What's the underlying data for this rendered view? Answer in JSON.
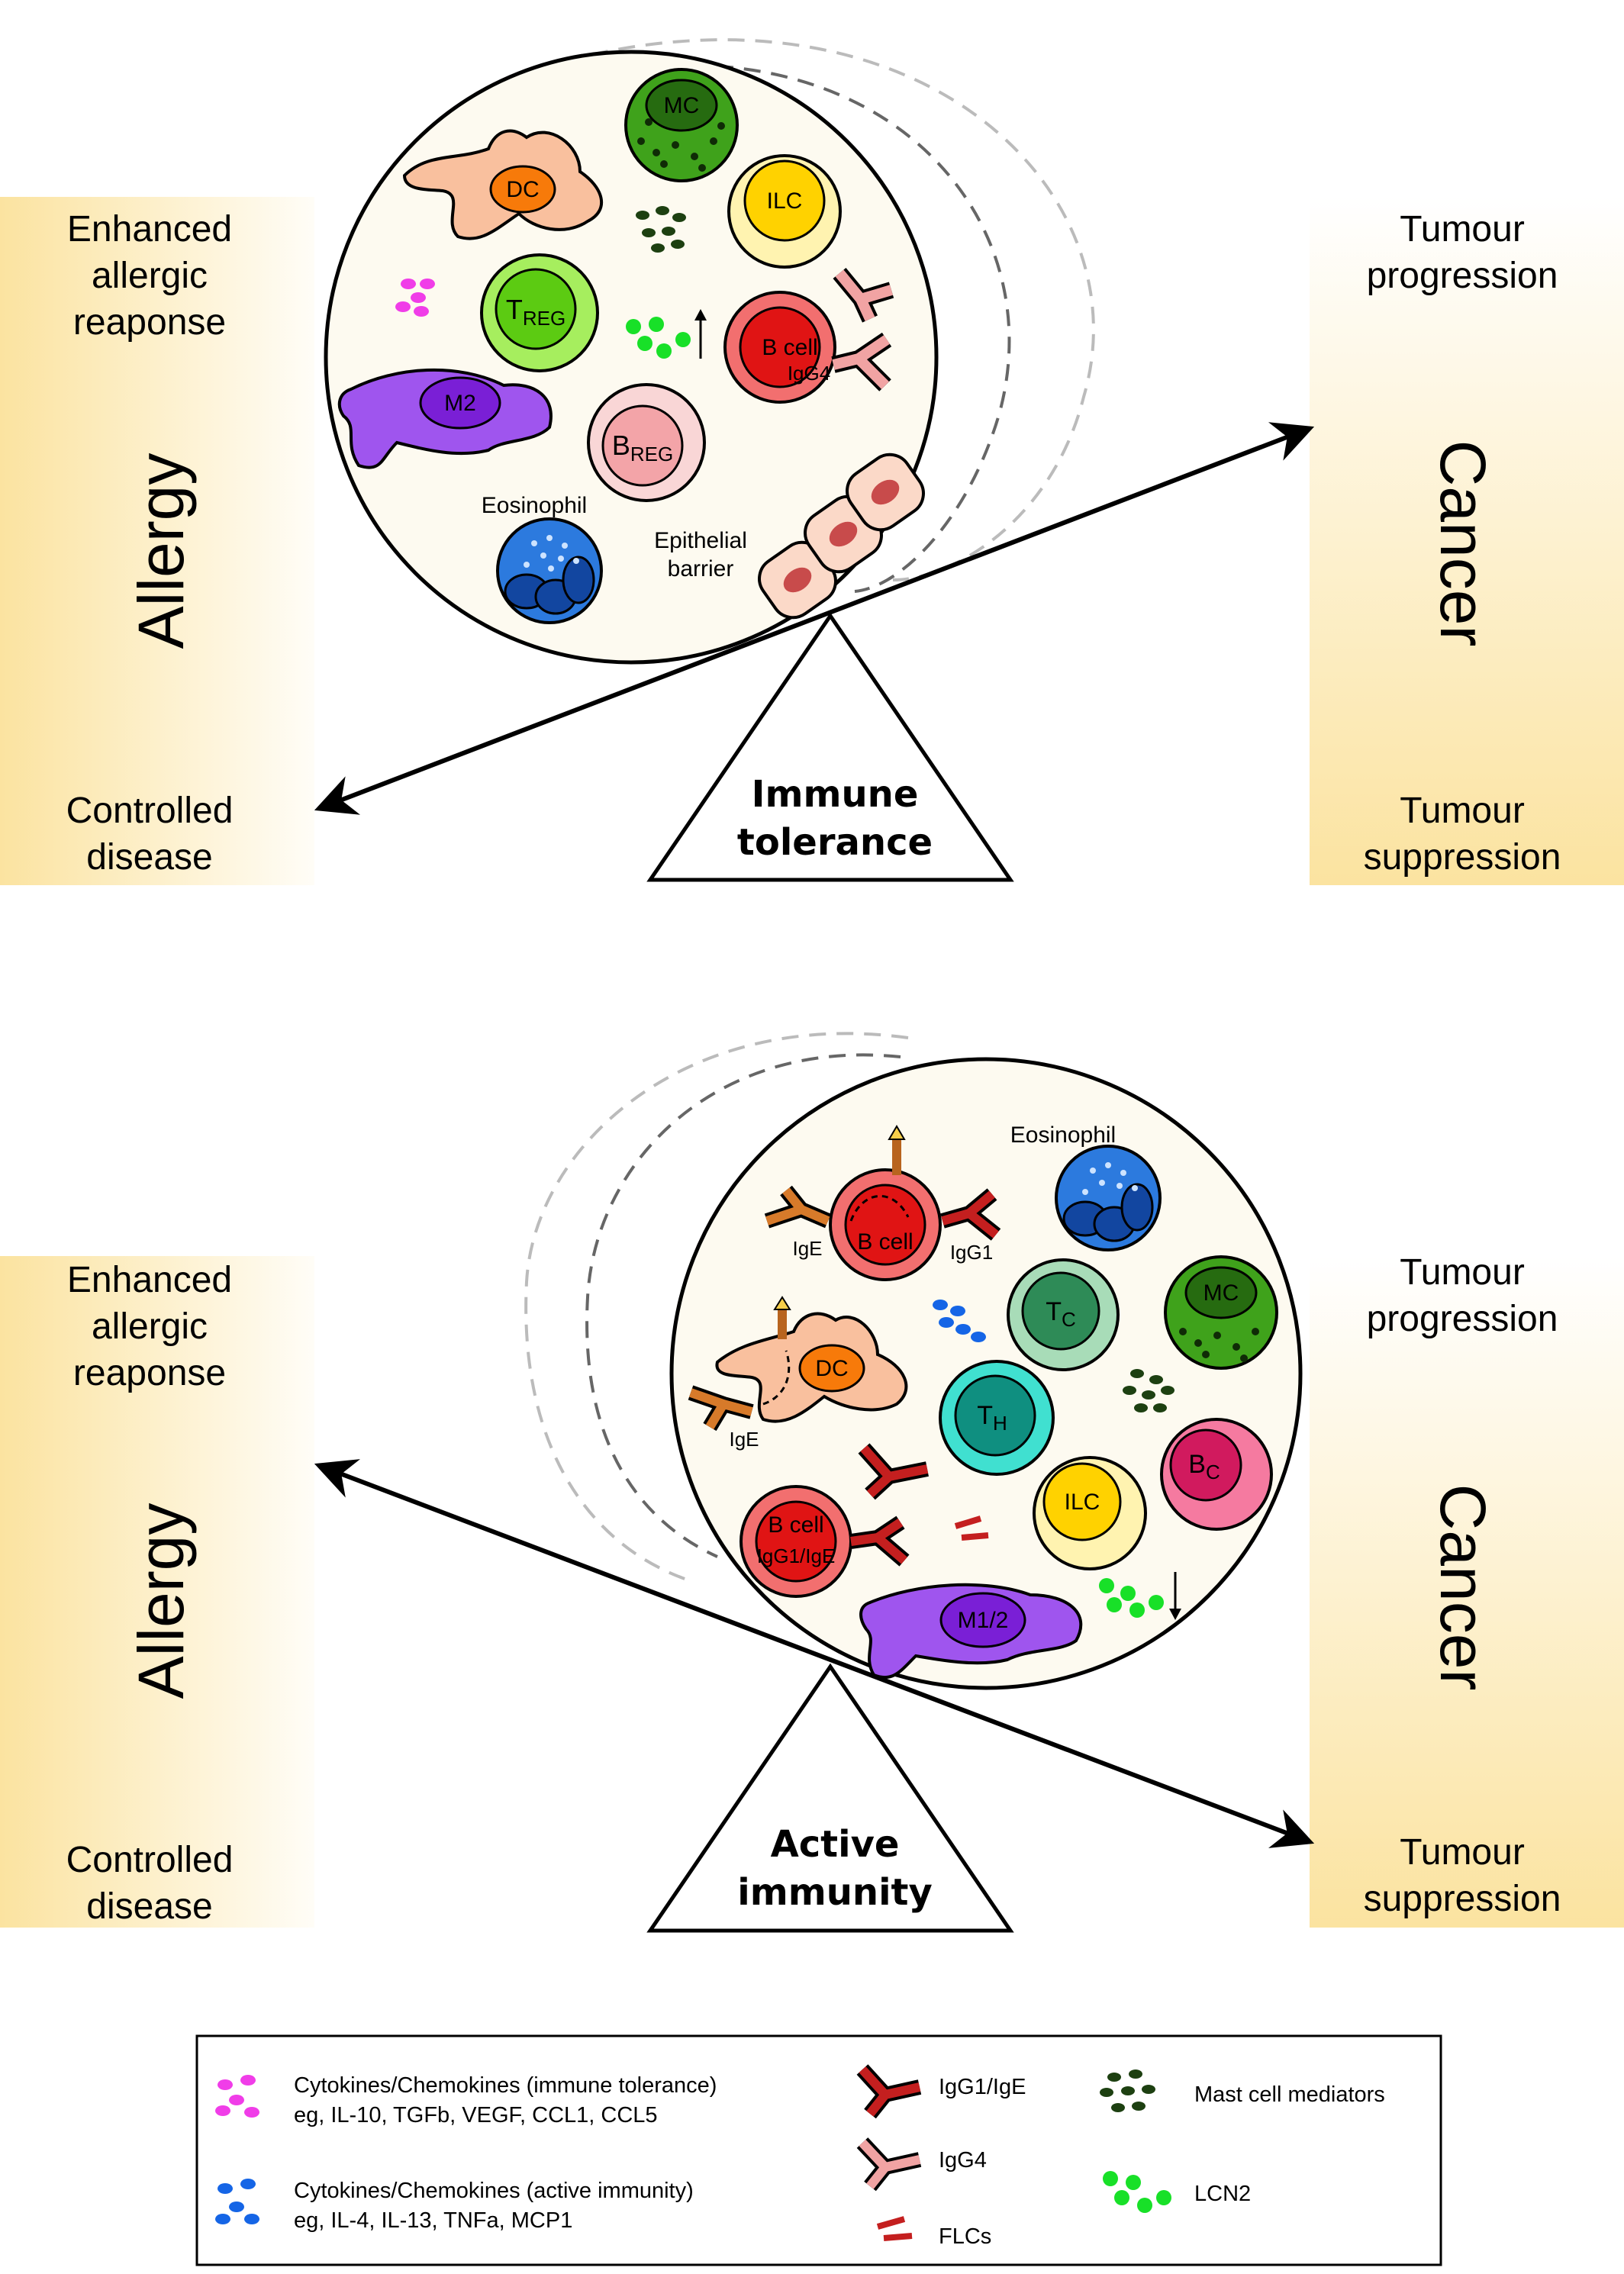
{
  "top_panel": {
    "left_top": [
      "Enhanced",
      "allergic",
      "reaponse"
    ],
    "left_side": "Allergy",
    "left_bottom": [
      "Controlled",
      "disease"
    ],
    "right_top": [
      "Tumour",
      "progression"
    ],
    "right_side": "Cancer",
    "right_bottom": [
      "Tumour",
      "suppression"
    ],
    "fulcrum": [
      "Immune",
      "tolerance"
    ],
    "cells": {
      "mc": "MC",
      "dc": "DC",
      "ilc": "ILC",
      "treg_main": "T",
      "treg_sub": "REG",
      "b_cell": "B cell",
      "igg4": "IgG4",
      "m2": "M2",
      "breg_main": "B",
      "breg_sub": "REG",
      "eosinophil": "Eosinophil",
      "epithelial": [
        "Epithelial",
        "barrier"
      ]
    }
  },
  "bottom_panel": {
    "left_top": [
      "Enhanced",
      "allergic",
      "reaponse"
    ],
    "left_side": "Allergy",
    "left_bottom": [
      "Controlled",
      "disease"
    ],
    "right_top": [
      "Tumour",
      "progression"
    ],
    "right_side": "Cancer",
    "right_bottom": [
      "Tumour",
      "suppression"
    ],
    "fulcrum": [
      "Active",
      "immunity"
    ],
    "cells": {
      "eosinophil": "Eosinophil",
      "b_cell": "B cell",
      "ige_1": "IgE",
      "igg1": "IgG1",
      "tc_main": "T",
      "tc_sub": "C",
      "mc": "MC",
      "dc": "DC",
      "ige_2": "IgE",
      "th_main": "T",
      "th_sub": "H",
      "bc_main": "B",
      "bc_sub": "C",
      "b_cell_2": "B cell",
      "igg1_ige": "IgG1/IgE",
      "ilc": "ILC",
      "m12": "M1/2"
    }
  },
  "legend": {
    "cyto_tol": [
      "Cytokines/Chemokines (immune tolerance)",
      "eg, IL-10, TGFb, VEGF, CCL1, CCL5"
    ],
    "cyto_act": [
      "Cytokines/Chemokines (active immunity)",
      "eg, IL-4, IL-13, TNFa, MCP1"
    ],
    "igg1_ige": "IgG1/IgE",
    "igg4": "IgG4",
    "flcs": "FLCs",
    "mast": "Mast cell mediators",
    "lcn2": "LCN2"
  },
  "colors": {
    "panel_yellow": "#fbe3a0",
    "dc": "#f9c09e",
    "mc": "#3fa21b",
    "ilc": "#ffd200",
    "treg": "#66d61b",
    "bcell": "#e01414",
    "m2": "#9f55ee",
    "breg": "#f3a4a8",
    "eosinophil": "#2c7ade",
    "tolerance_dots": "#f03de8",
    "active_dots": "#1565e6",
    "lcn2": "#18e028",
    "mast": "#1d4011",
    "igg1": "#b31414",
    "igg4": "#f1a3a3"
  }
}
